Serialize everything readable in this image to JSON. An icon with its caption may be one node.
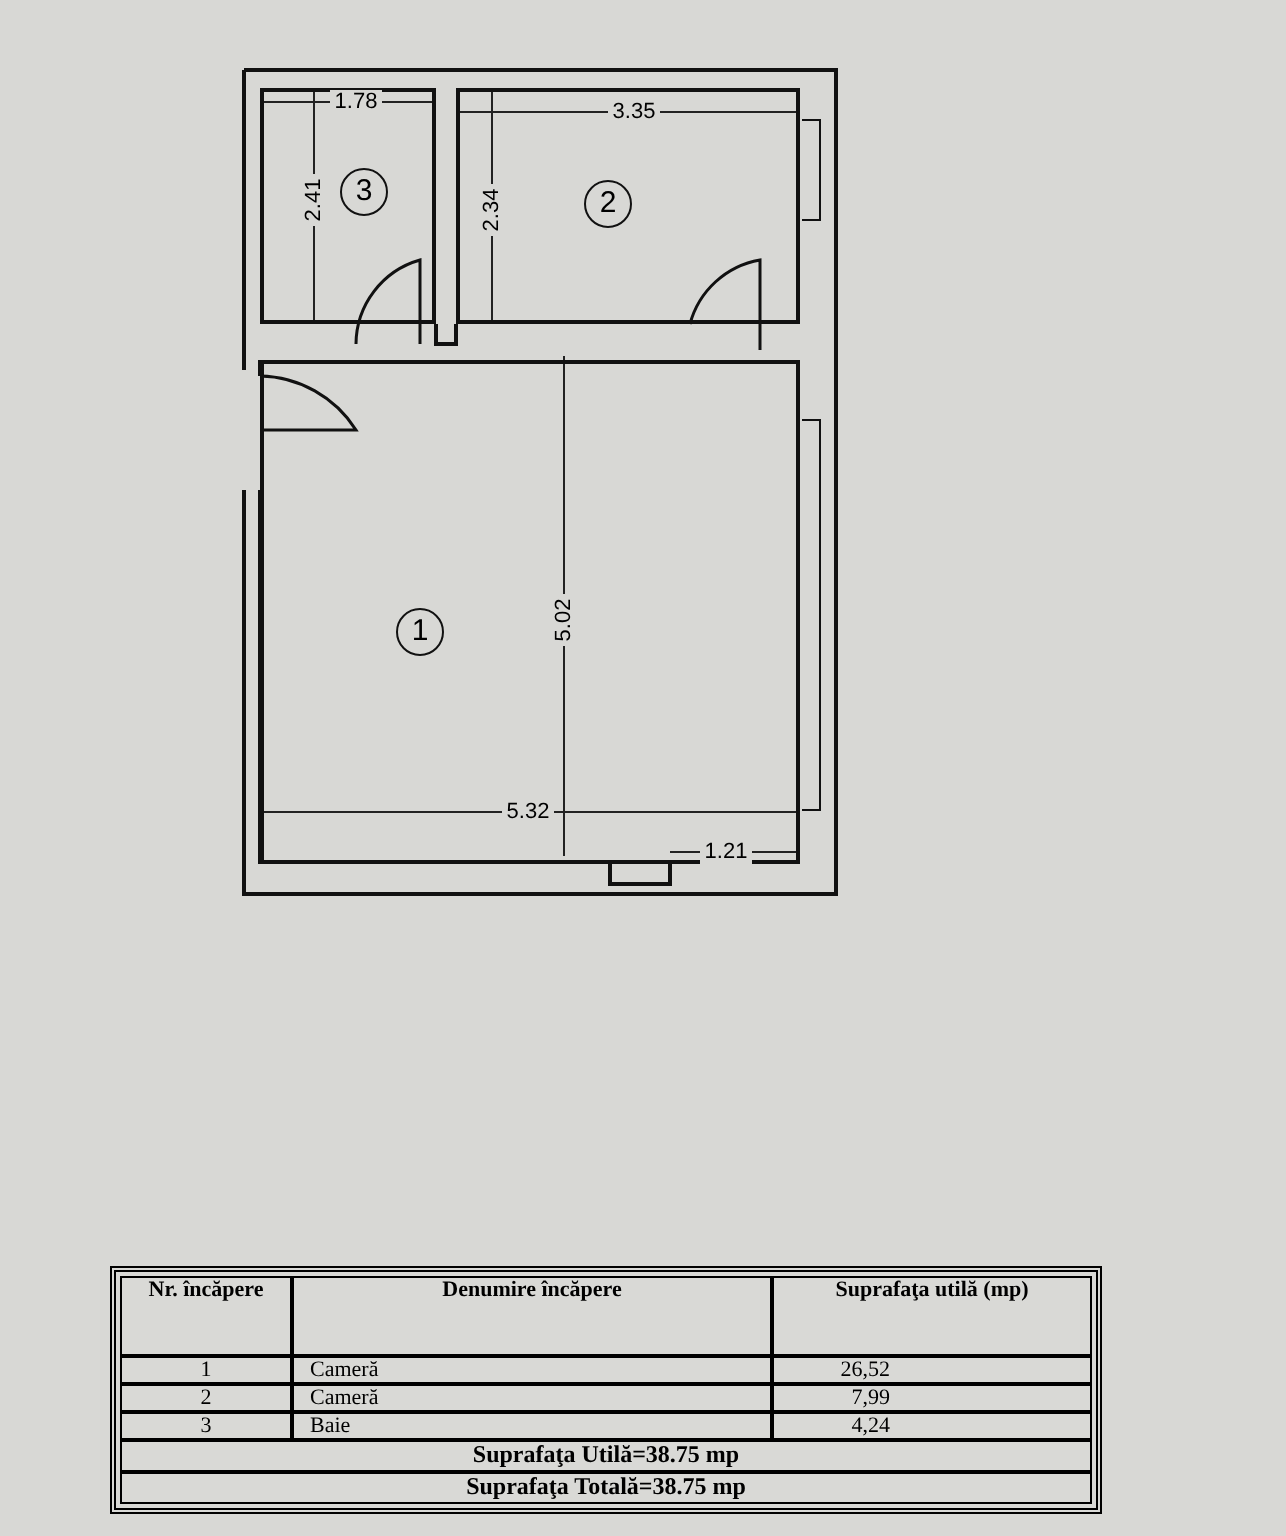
{
  "diagram": {
    "nodes": [
      {
        "text": [
          "1"
        ]
      },
      {
        "text": [
          "2"
        ]
      },
      {
        "text": [
          "3"
        ]
      }
    ],
    "labels": [
      "1.78",
      "3.35",
      "2.41",
      "2.34",
      "5.02",
      "5.32",
      "1.21",
      "Nr. încăpere",
      "Denumire încăpere",
      "Suprafaţa utilă (mp)",
      "1",
      "Cameră",
      "26,52",
      "2",
      "Cameră",
      "7,99",
      "3",
      "Baie",
      "4,24",
      "Suprafaţa Utilă=38.75 mp",
      "Suprafaţa Totală=38.75 mp"
    ]
  }
}
